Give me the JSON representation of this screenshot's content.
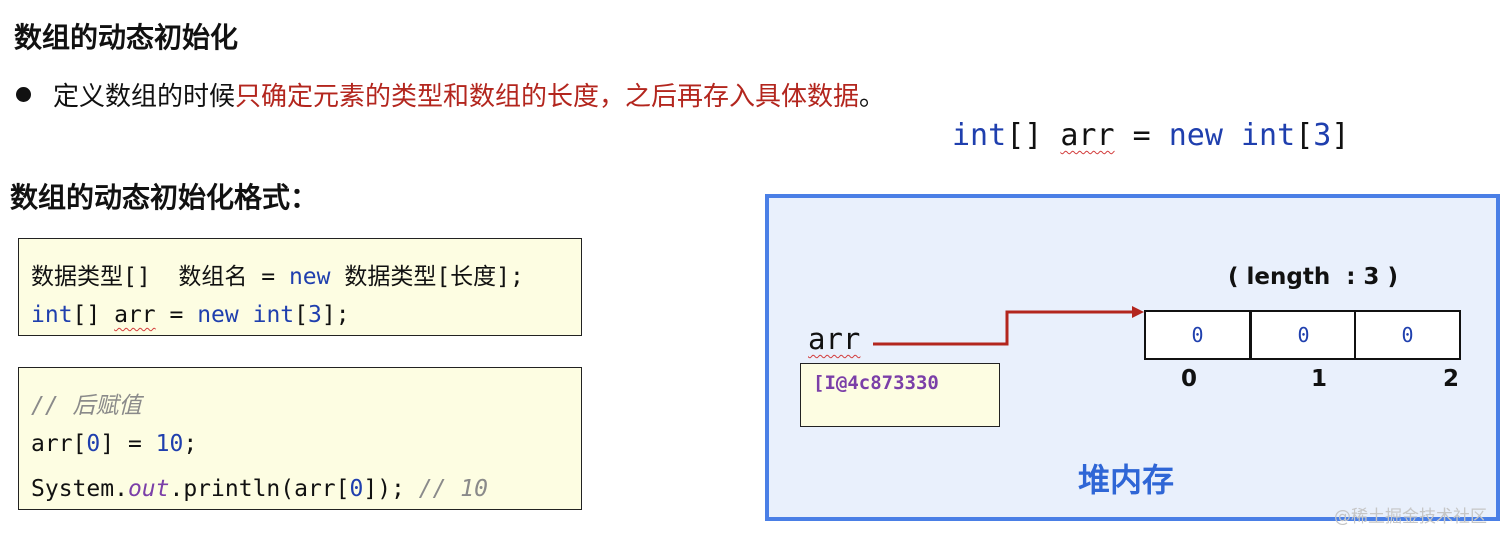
{
  "heading1": "数组的动态初始化",
  "bullet": {
    "prefix": "定义数组的时候",
    "highlight": "只确定元素的类型和数组的长度，之后再存入具体数据",
    "suffix": "。"
  },
  "top_code": {
    "kw_int": "int",
    "brackets": "[] ",
    "var": "arr",
    "assign": " = ",
    "kw_new": "new",
    "space": " ",
    "kw_int2": "int",
    "open": "[",
    "num": "3",
    "close": "]"
  },
  "heading2": "数组的动态初始化格式：",
  "box1": {
    "line1": {
      "a": "数据类型[]  数组名 = ",
      "kw_new": "new",
      "b": " 数据类型[长度];"
    },
    "line2": {
      "kw_int": "int",
      "a": "[] ",
      "var": "arr",
      "b": " = ",
      "kw_new": "new",
      "c": " ",
      "kw_int2": "int",
      "d": "[",
      "num": "3",
      "e": "];"
    }
  },
  "box2": {
    "comment": "// 后赋值",
    "line2": {
      "a": "arr[",
      "idx": "0",
      "b": "] = ",
      "num": "10",
      "c": ";"
    },
    "line3": {
      "a": "System.",
      "out": "out",
      "b": ".println(arr[",
      "idx": "0",
      "c": "]); ",
      "comment": "// 10"
    }
  },
  "heap": {
    "length_label": "( length  : 3 )",
    "var_label": "arr",
    "address": "[I@4c873330",
    "cells": [
      "0",
      "0",
      "0"
    ],
    "indices": [
      "0",
      "1",
      "2"
    ],
    "label": "堆内存"
  },
  "watermark": "@稀土掘金技术社区",
  "colors": {
    "red_text": "#b3261e",
    "keyword": "#1f3fae",
    "heap_border": "#4a7fe6",
    "heap_bg": "#e9f0fc",
    "arrow": "#b3261e",
    "code_bg": "#fdfde2"
  }
}
